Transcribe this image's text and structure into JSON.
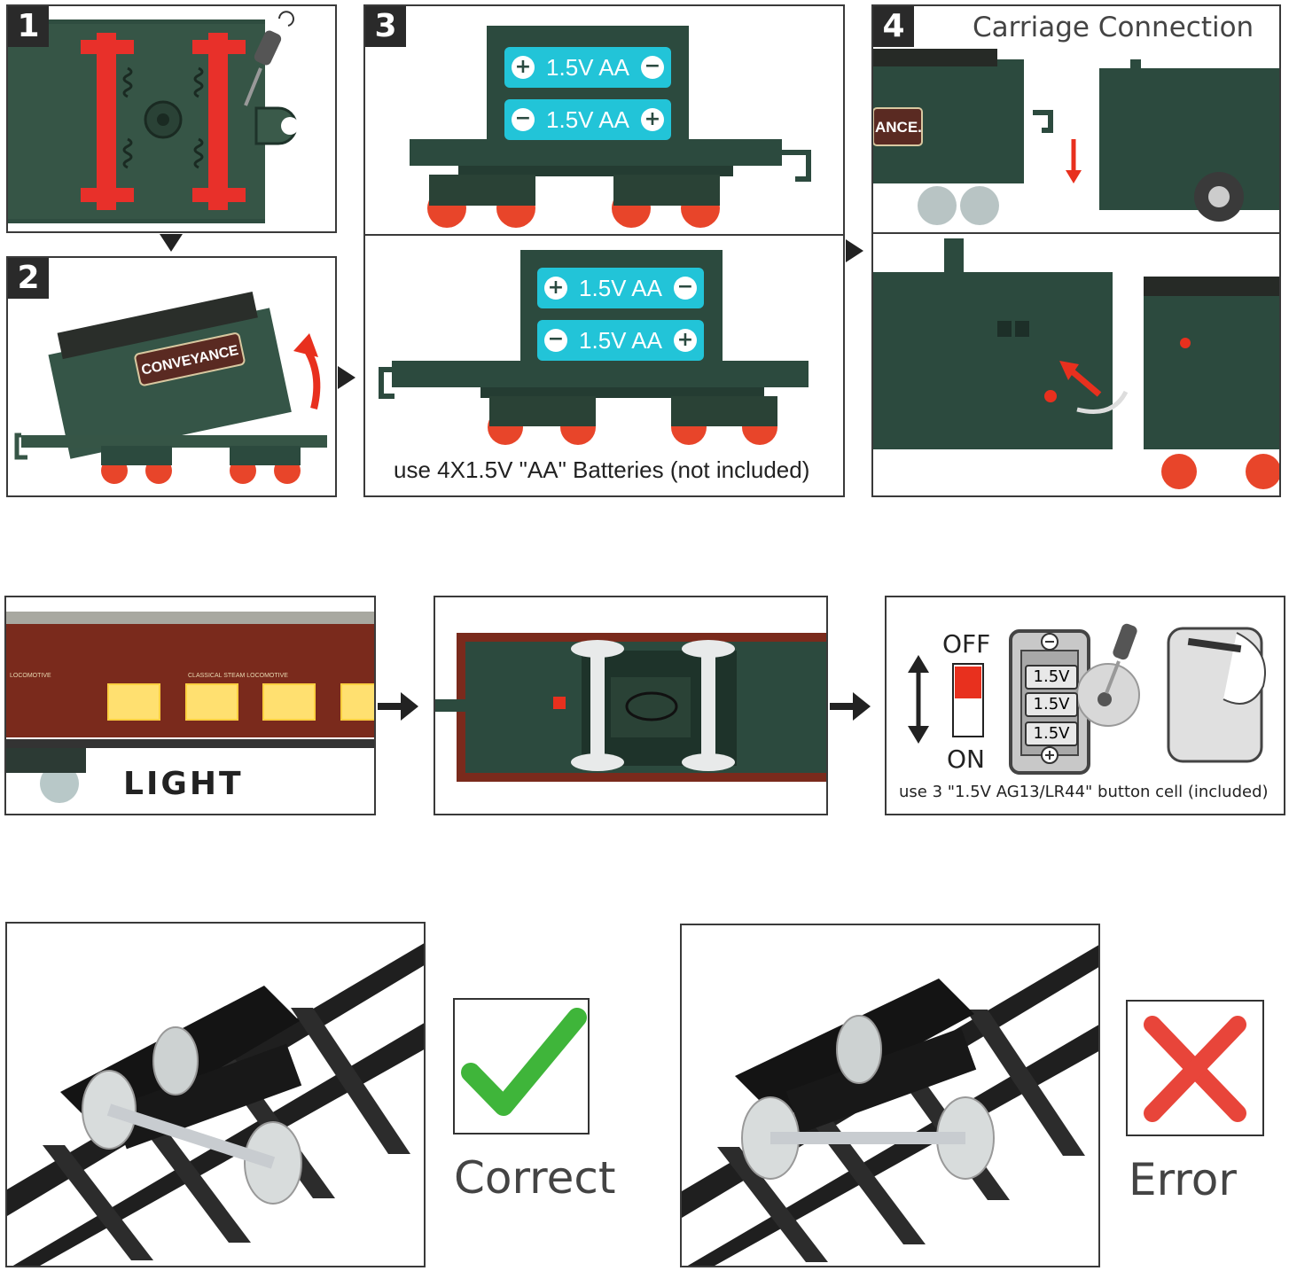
{
  "steps": {
    "s1": {
      "num": "1"
    },
    "s2": {
      "num": "2",
      "tender_label": "CONVEYANCE"
    },
    "s3": {
      "num": "3",
      "battery_label": "1.5V AA",
      "caption": "use 4X1.5V \"AA\" Batteries (not included)"
    },
    "s4": {
      "num": "4",
      "title": "Carriage Connection",
      "tender_label": "ANCE."
    }
  },
  "light_section": {
    "light_label": "LIGHT",
    "coach_text": "CLASSICAL STEAM LOCOMOTIVE",
    "coach_text_left": "LOCOMOTIVE",
    "switch_off": "OFF",
    "switch_on": "ON",
    "cell_label": "1.5V",
    "cell_caption": "use 3 \"1.5V AG13/LR44\" button cell (included)"
  },
  "track_section": {
    "correct_label": "Correct",
    "error_label": "Error"
  },
  "colors": {
    "train_green": "#2c4a3e",
    "wheel_red": "#e8452a",
    "battery_cyan": "#22c4d8",
    "coach_maroon": "#7a2a1c",
    "check_green": "#3fb53a",
    "cross_red": "#e8453a"
  }
}
